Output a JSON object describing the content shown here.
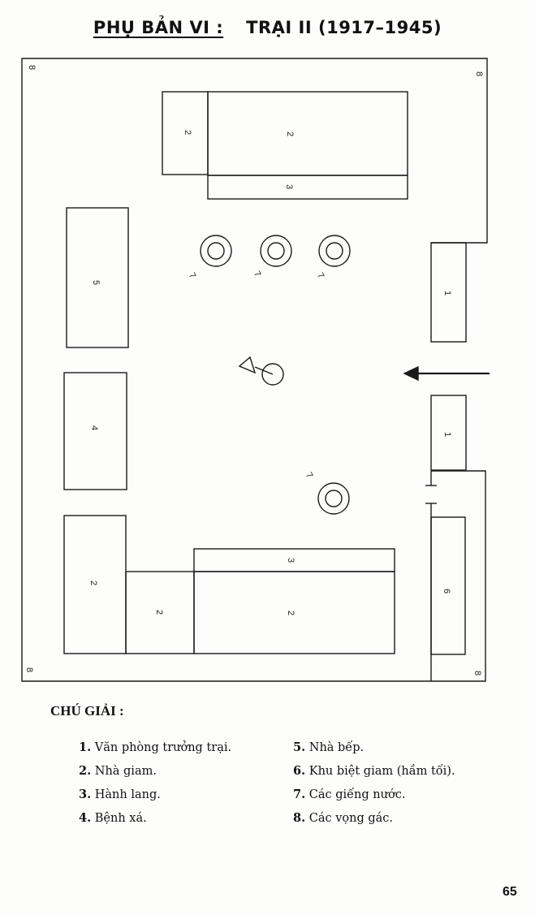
{
  "title": {
    "part1": "PHỤ BẢN VI :",
    "part2": "TRẠI II (1917–1945)"
  },
  "map": {
    "labels": {
      "watchtower": "8",
      "office": "1",
      "prison": "2",
      "corridor": "3",
      "infirmary": "4",
      "kitchen": "5",
      "isolation": "6",
      "well": "7"
    }
  },
  "legend": {
    "title": "CHÚ GIẢI :",
    "items": [
      {
        "num": "1.",
        "text": "Văn phòng trưởng trại."
      },
      {
        "num": "2.",
        "text": "Nhà giam."
      },
      {
        "num": "3.",
        "text": "Hành lang."
      },
      {
        "num": "4.",
        "text": "Bệnh xá."
      },
      {
        "num": "5.",
        "text": "Nhà bếp."
      },
      {
        "num": "6.",
        "text": "Khu biệt giam (hầm tối)."
      },
      {
        "num": "7.",
        "text": "Các giếng nước."
      },
      {
        "num": "8.",
        "text": "Các vọng gác."
      }
    ]
  },
  "page_number": "65"
}
